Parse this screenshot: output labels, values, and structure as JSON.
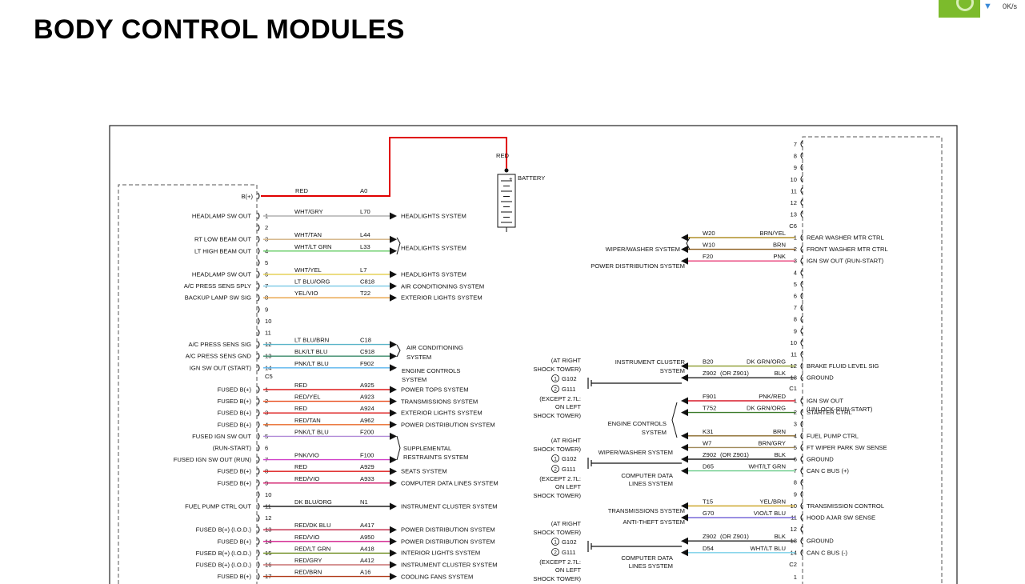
{
  "page": {
    "title": "BODY CONTROL MODULES"
  },
  "widget": {
    "rate": "0K/s"
  },
  "battery": {
    "label": "BATTERY",
    "wire_color": "RED",
    "wire_hex": "#e00000"
  },
  "left_connector": {
    "bplus": {
      "label": "B(+)",
      "color": "RED",
      "circuit": "A0",
      "hex": "#e00000"
    },
    "c1": [
      {
        "pin": "1",
        "func": "HEADLAMP SW OUT",
        "color": "WHT/GRY",
        "circuit": "L70",
        "dest": "HEADLIGHTS SYSTEM",
        "hex": "#b0b0b0"
      },
      {
        "pin": "2"
      },
      {
        "pin": "3",
        "func": "RT LOW BEAM OUT",
        "color": "WHT/TAN",
        "circuit": "L44",
        "dest": "HEADLIGHTS SYSTEM",
        "hex": "#d2b080"
      },
      {
        "pin": "4",
        "func": "LT HIGH BEAM OUT",
        "color": "WHT/LT GRN",
        "circuit": "L33",
        "hex": "#64cc64"
      },
      {
        "pin": "5"
      },
      {
        "pin": "6",
        "func": "HEADLAMP SW OUT",
        "color": "WHT/YEL",
        "circuit": "L7",
        "dest": "HEADLIGHTS SYSTEM",
        "hex": "#e6d25a"
      },
      {
        "pin": "7",
        "func": "A/C PRESS SENS SPLY",
        "color": "LT BLU/ORG",
        "circuit": "C818",
        "dest": "AIR CONDITIONING SYSTEM",
        "hex": "#78c8e6"
      },
      {
        "pin": "8",
        "func": "BACKUP LAMP SW SIG",
        "color": "YEL/VIO",
        "circuit": "T22",
        "dest": "EXTERIOR LIGHTS SYSTEM",
        "hex": "#e8a040"
      },
      {
        "pin": "9"
      },
      {
        "pin": "10"
      },
      {
        "pin": "11"
      },
      {
        "pin": "12",
        "func": "A/C PRESS SENS SIG",
        "color": "LT BLU/BRN",
        "circuit": "C18",
        "dest": "AIR CONDITIONING SYSTEM",
        "hex": "#5ab4c8"
      },
      {
        "pin": "13",
        "func": "A/C PRESS SENS GND",
        "color": "BLK/LT BLU",
        "circuit": "C918",
        "hex": "#3a8a6a"
      },
      {
        "pin": "14",
        "func": "IGN SW OUT (START)",
        "color": "PNK/LT BLU",
        "circuit": "F902",
        "dest": "ENGINE CONTROLS SYSTEM",
        "hex": "#5ab4ee"
      }
    ],
    "c1_id": "C5",
    "c2": [
      {
        "pin": "1",
        "func": "FUSED B(+)",
        "color": "RED",
        "circuit": "A925",
        "dest": "POWER TOPS SYSTEM",
        "hex": "#dd1a1a"
      },
      {
        "pin": "2",
        "func": "FUSED B(+)",
        "color": "RED/YEL",
        "circuit": "A923",
        "dest": "TRANSMISSIONS SYSTEM",
        "hex": "#e84a1a"
      },
      {
        "pin": "3",
        "func": "FUSED B(+)",
        "color": "RED",
        "circuit": "A924",
        "dest": "EXTERIOR LIGHTS SYSTEM",
        "hex": "#dd1a1a"
      },
      {
        "pin": "4",
        "func": "FUSED B(+)",
        "color": "RED/TAN",
        "circuit": "A962",
        "dest": "POWER DISTRIBUTION SYSTEM",
        "hex": "#e86a2a"
      },
      {
        "pin": "5",
        "func": "FUSED IGN SW OUT",
        "color": "PNK/LT BLU",
        "circuit": "F200",
        "dest": "SUPPLEMENTAL RESTRAINTS SYSTEM",
        "hex": "#b08ad8"
      },
      {
        "pin": "6",
        "func": "(RUN-START)",
        "hex": "#8aa0e8"
      },
      {
        "pin": "7",
        "func": "FUSED IGN SW OUT (RUN)",
        "color": "PNK/VIO",
        "circuit": "F100",
        "hex": "#d040c8"
      },
      {
        "pin": "8",
        "func": "FUSED B(+)",
        "color": "RED",
        "circuit": "A929",
        "dest": "SEATS SYSTEM",
        "hex": "#dd1a1a"
      },
      {
        "pin": "9",
        "func": "FUSED B(+)",
        "color": "RED/VIO",
        "circuit": "A933",
        "dest": "COMPUTER DATA LINES SYSTEM",
        "hex": "#d01a6a"
      },
      {
        "pin": "10"
      },
      {
        "pin": "11",
        "func": "FUEL PUMP CTRL OUT",
        "color": "DK BLU/ORG",
        "circuit": "N1",
        "dest": "INSTRUMENT CLUSTER SYSTEM",
        "hex": "#222222"
      },
      {
        "pin": "12"
      },
      {
        "pin": "13",
        "func": "FUSED B(+) (I.O.D.)",
        "color": "RED/DK BLU",
        "circuit": "A417",
        "dest": "POWER DISTRIBUTION SYSTEM",
        "hex": "#c02040"
      },
      {
        "pin": "14",
        "func": "FUSED B(+)",
        "color": "RED/VIO",
        "circuit": "A950",
        "dest": "POWER DISTRIBUTION SYSTEM",
        "hex": "#d01a8a"
      },
      {
        "pin": "15",
        "func": "FUSED B(+) (I.O.D.)",
        "color": "RED/LT GRN",
        "circuit": "A418",
        "dest": "INTERIOR LIGHTS SYSTEM",
        "hex": "#6a8a1a"
      },
      {
        "pin": "16",
        "func": "FUSED B(+) (I.O.D.)",
        "color": "RED/GRY",
        "circuit": "A412",
        "dest": "INSTRUMENT CLUSTER SYSTEM",
        "hex": "#c87070"
      },
      {
        "pin": "17",
        "func": "FUSED B(+)",
        "color": "RED/BRN",
        "circuit": "A16",
        "dest": "COOLING FANS SYSTEM",
        "hex": "#b03a1a"
      }
    ]
  },
  "right_connector": {
    "top_pins": [
      "7",
      "8",
      "9",
      "10",
      "11",
      "12",
      "13"
    ],
    "c6_id": "C6",
    "c6": [
      {
        "pin": "1",
        "color": "BRN/YEL",
        "circuit": "W20",
        "func": "REAR WASHER MTR CTRL",
        "src": "WIPER/WASHER SYSTEM",
        "hex": "#b0902a"
      },
      {
        "pin": "2",
        "color": "BRN",
        "circuit": "W10",
        "func": "FRONT WASHER MTR CTRL",
        "hex": "#8a5a1a"
      },
      {
        "pin": "3",
        "color": "PNK",
        "circuit": "F20",
        "func": "IGN SW OUT (RUN-START)",
        "src": "POWER DISTRIBUTION SYSTEM",
        "hex": "#e8407a"
      },
      {
        "pin": "4"
      },
      {
        "pin": "5"
      },
      {
        "pin": "6"
      },
      {
        "pin": "7"
      },
      {
        "pin": "8"
      },
      {
        "pin": "9"
      },
      {
        "pin": "10"
      },
      {
        "pin": "11"
      },
      {
        "pin": "12",
        "color": "DK GRN/ORG",
        "circuit": "B20",
        "func": "BRAKE FLUID LEVEL SIG",
        "src": "INSTRUMENT CLUSTER SYSTEM",
        "hex": "#8a9a2a"
      },
      {
        "pin": "13",
        "color": "BLK",
        "circuit": "Z902",
        "alt": "(OR Z901)",
        "func": "GROUND",
        "hex": "#222222"
      }
    ],
    "c1_id": "C1",
    "c1": [
      {
        "pin": "1",
        "color": "PNK/RED",
        "circuit": "F901",
        "func": "IGN SW OUT",
        "func2": "(UNLOCK-RUN-START)",
        "hex": "#d81a2a"
      },
      {
        "pin": "2",
        "color": "DK GRN/ORG",
        "circuit": "T752",
        "func": "STARTER CTRL",
        "hex": "#3a7a2a"
      },
      {
        "pin": "3"
      },
      {
        "pin": "4",
        "color": "BRN",
        "circuit": "K31",
        "func": "FUEL PUMP CTRL",
        "hex": "#8a6a2a"
      },
      {
        "pin": "5",
        "color": "BRN/GRY",
        "circuit": "W7",
        "func": "FT WIPER PARK SW SENSE",
        "src": "WIPER/WASHER SYSTEM",
        "hex": "#a08a5a"
      },
      {
        "pin": "6",
        "color": "BLK",
        "circuit": "Z902",
        "alt": "(OR Z901)",
        "func": "GROUND",
        "hex": "#222222"
      },
      {
        "pin": "7",
        "color": "WHT/LT GRN",
        "circuit": "D65",
        "func": "CAN C BUS (+)",
        "src": "COMPUTER DATA LINES SYSTEM",
        "hex": "#6acc8a"
      },
      {
        "pin": "8"
      },
      {
        "pin": "9"
      },
      {
        "pin": "10",
        "color": "YEL/BRN",
        "circuit": "T15",
        "func": "TRANSMISSION CONTROL",
        "src": "TRANSMISSIONS SYSTEM",
        "hex": "#c8a01a"
      },
      {
        "pin": "11",
        "color": "VIO/LT BLU",
        "circuit": "G70",
        "func": "HOOD AJAR SW SENSE",
        "src": "ANTI-THEFT SYSTEM",
        "hex": "#7a6ad8"
      },
      {
        "pin": "12"
      },
      {
        "pin": "13",
        "color": "BLK",
        "circuit": "Z902",
        "alt": "(OR Z901)",
        "func": "GROUND",
        "hex": "#222222"
      },
      {
        "pin": "14",
        "color": "WHT/LT BLU",
        "circuit": "D54",
        "func": "CAN C BUS (-)",
        "src": "COMPUTER DATA LINES SYSTEM",
        "hex": "#7ad0e8"
      }
    ],
    "c2_id": "C2",
    "c2_first_pin": "1",
    "engine_controls": "ENGINE CONTROLS SYSTEM"
  },
  "grounds": [
    {
      "l1": "(AT RIGHT",
      "l2": "SHOCK TOWER)",
      "n1": "1",
      "g1": "G102",
      "n2": "2",
      "g2": "G111",
      "l3": "(EXCEPT 2.7L:",
      "l4": "ON LEFT",
      "l5": "SHOCK TOWER)"
    },
    {
      "l1": "(AT RIGHT",
      "l2": "SHOCK TOWER)",
      "n1": "1",
      "g1": "G102",
      "n2": "2",
      "g2": "G111",
      "l3": "(EXCEPT 2.7L:",
      "l4": "ON LEFT",
      "l5": "SHOCK TOWER)"
    },
    {
      "l1": "(AT RIGHT",
      "l2": "SHOCK TOWER)",
      "n1": "1",
      "g1": "G102",
      "n2": "2",
      "g2": "G111",
      "l3": "(EXCEPT 2.7L:",
      "l4": "ON LEFT",
      "l5": "SHOCK TOWER)"
    }
  ]
}
